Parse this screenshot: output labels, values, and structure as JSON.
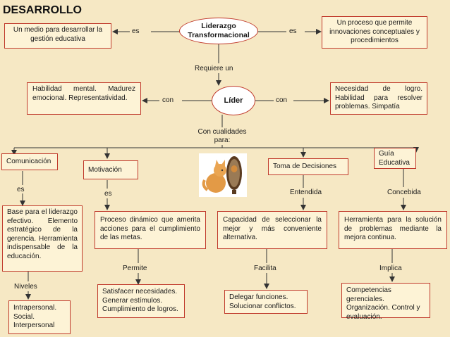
{
  "title": "DESARROLLO",
  "nodes": {
    "liderazgo": "Liderazgo Transformacional",
    "medio": "Un medio para desarrollar la gestión educativa",
    "proceso_innov": "Un proceso que permite innovaciones conceptuales y procedimientos",
    "lider": "Líder",
    "habilidad": "Habilidad mental. Madurez emocional. Representatividad.",
    "necesidad": "Necesidad de logro. Habilidad para resolver problemas. Simpatía",
    "comunicacion": "Comunicación",
    "motivacion": "Motivación",
    "toma": "Toma de Decisiones",
    "guia": "Guía Educativa",
    "base": "Base para el liderazgo efectivo. Elemento estratégico de la gerencia. Herramienta indispensable de la educación.",
    "proceso_din": "Proceso dinámico que amerita acciones para el cumplimiento de las metas.",
    "capacidad": "Capacidad de seleccionar la mejor y más conveniente alternativa.",
    "herramienta": "Herramienta para la solución de problemas mediante la mejora continua.",
    "niveles_list": "Intrapersonal. Social. Interpersonal",
    "satisfacer": "Satisfacer necesidades. Generar estímulos. Cumplimiento de logros.",
    "delegar": "Delegar funciones. Solucionar conflictos.",
    "competencias": "Competencias gerenciales. Organización. Control y evaluación."
  },
  "connectors": {
    "es_left": "es",
    "es_right": "es",
    "requiere": "Requiere un",
    "con_left": "con",
    "con_right": "con",
    "cualidades": "Con cualidades para:",
    "es_com": "es",
    "es_mot": "es",
    "entendida": "Entendida",
    "concebida": "Concebida",
    "niveles": "Niveles",
    "permite": "Permite",
    "facilita": "Facilita",
    "implica": "Implica"
  },
  "colors": {
    "background": "#f6e8c4",
    "box_fill": "#fdf3d6",
    "box_border": "#c0392b",
    "ellipse_fill": "#ffffff",
    "line": "#333333"
  },
  "icons": {
    "illustration": "cat-mirror-image"
  }
}
